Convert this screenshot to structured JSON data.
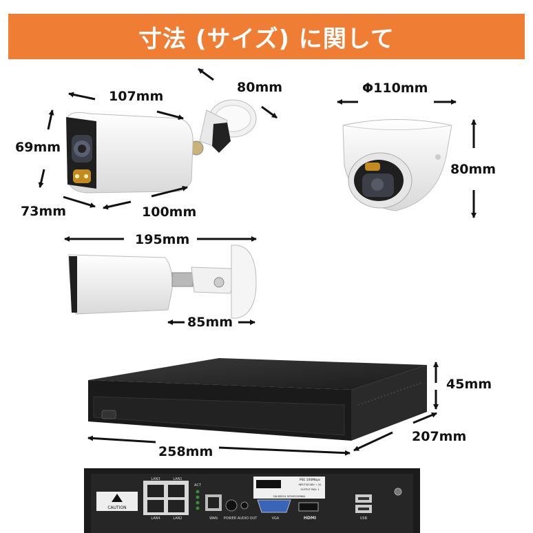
{
  "header": {
    "title": "寸法 (サイズ) に関して"
  },
  "bullet_camera": {
    "length": "107mm",
    "bracket": "80mm",
    "height": "69mm",
    "width": "73mm",
    "body": "100mm"
  },
  "dome_camera": {
    "diameter": "Φ110mm",
    "height": "80mm"
  },
  "bullet_side": {
    "total": "195mm",
    "bracket": "85mm"
  },
  "nvr": {
    "height": "45mm",
    "depth": "207mm",
    "width": "258mm"
  },
  "nvr_rear": {
    "ports": {
      "lan3": "LAN3",
      "lan1": "LAN1",
      "lan4": "LAN4",
      "lan2": "LAN2",
      "act": "ACT",
      "wan": "WAN",
      "power": "POWER",
      "audio": "AUDIO OUT",
      "vga": "VGA",
      "hdmi": "HDMI",
      "usb": "USB"
    },
    "caution": "CAUTION",
    "label_title": "PSE 100Mbps",
    "label_line1": "INPUT:DC48V ⎓ 2A",
    "label_line2": "OUTPUT PAD: 1",
    "serial": "S/N:DB234 9Z3652289684"
  },
  "colors": {
    "banner": "#ef7d34",
    "arrow": "#111111"
  }
}
